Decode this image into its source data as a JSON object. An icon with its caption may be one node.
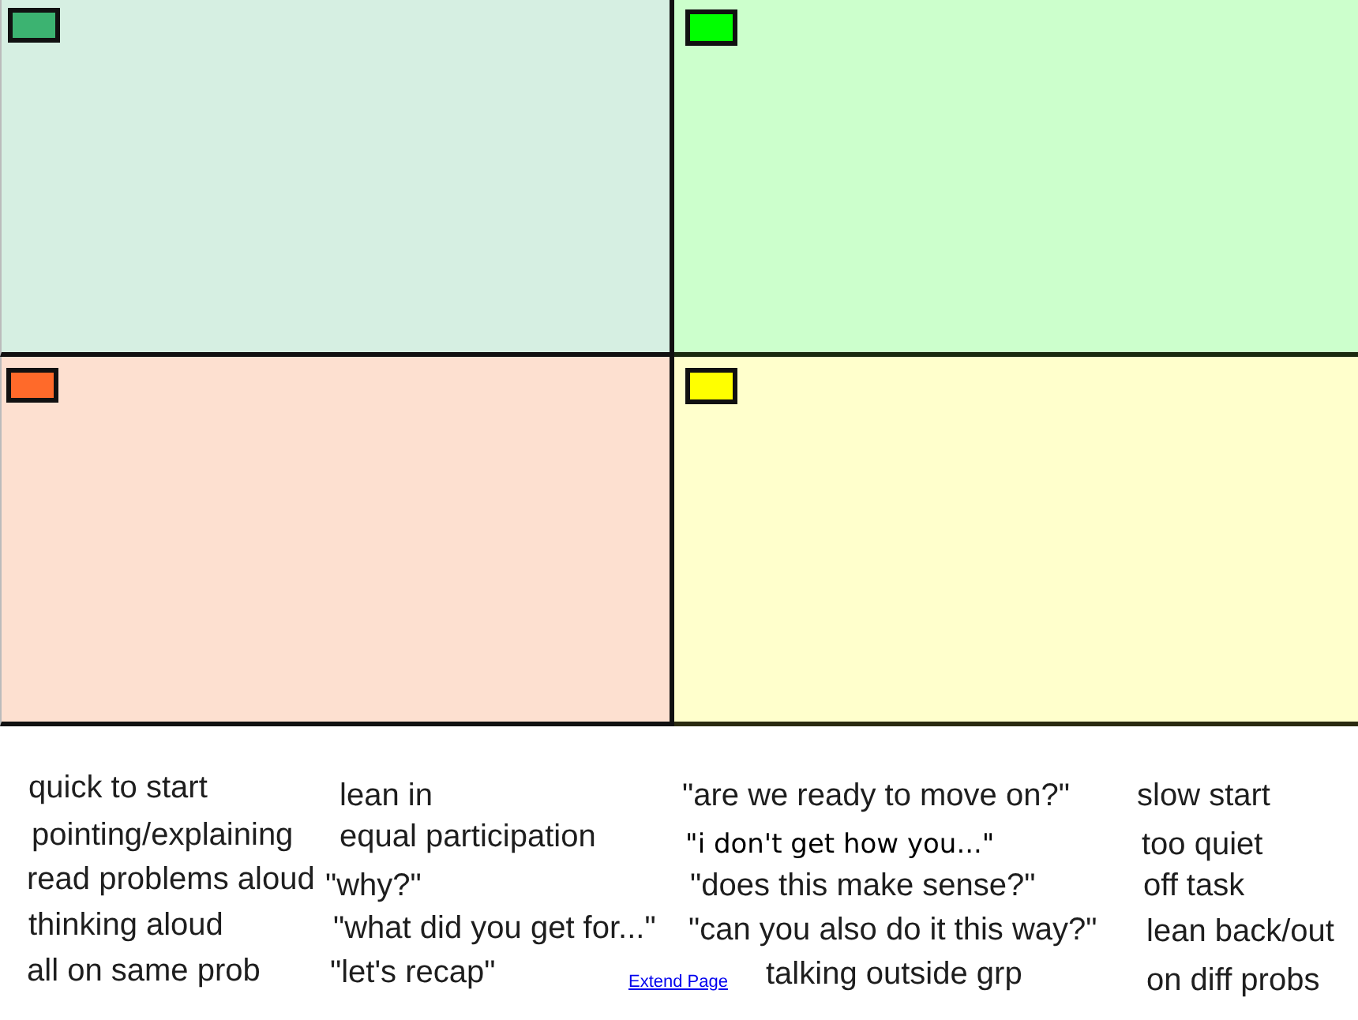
{
  "diagram": {
    "nodes": [
      {
        "text": [],
        "shape": "box"
      },
      {
        "text": [],
        "shape": "box",
        "in": 0
      },
      {
        "text": [],
        "shape": "box"
      },
      {
        "text": [],
        "shape": "box",
        "in": 2
      },
      {
        "text": [],
        "shape": "box"
      },
      {
        "text": [],
        "shape": "box",
        "in": 4
      },
      {
        "text": [],
        "shape": "box"
      },
      {
        "text": [],
        "shape": "box",
        "in": 6
      }
    ],
    "edges": [],
    "labels": [
      "quick to start",
      "pointing/explaining",
      "read problems aloud",
      "thinking aloud",
      "all on same prob",
      "lean in",
      "equal participation",
      "\"why?\"",
      "\"what did you get for...\"",
      "\"let's recap\"",
      "\"are we ready to move on?\"",
      "\"i don't get how you...\"",
      "\"does this make sense?\"",
      "\"can you also do it this way?\"",
      "talking outside grp",
      "slow start",
      "too quiet",
      "off task",
      "lean back/out",
      "on diff probs",
      "Extend Page"
    ]
  }
}
